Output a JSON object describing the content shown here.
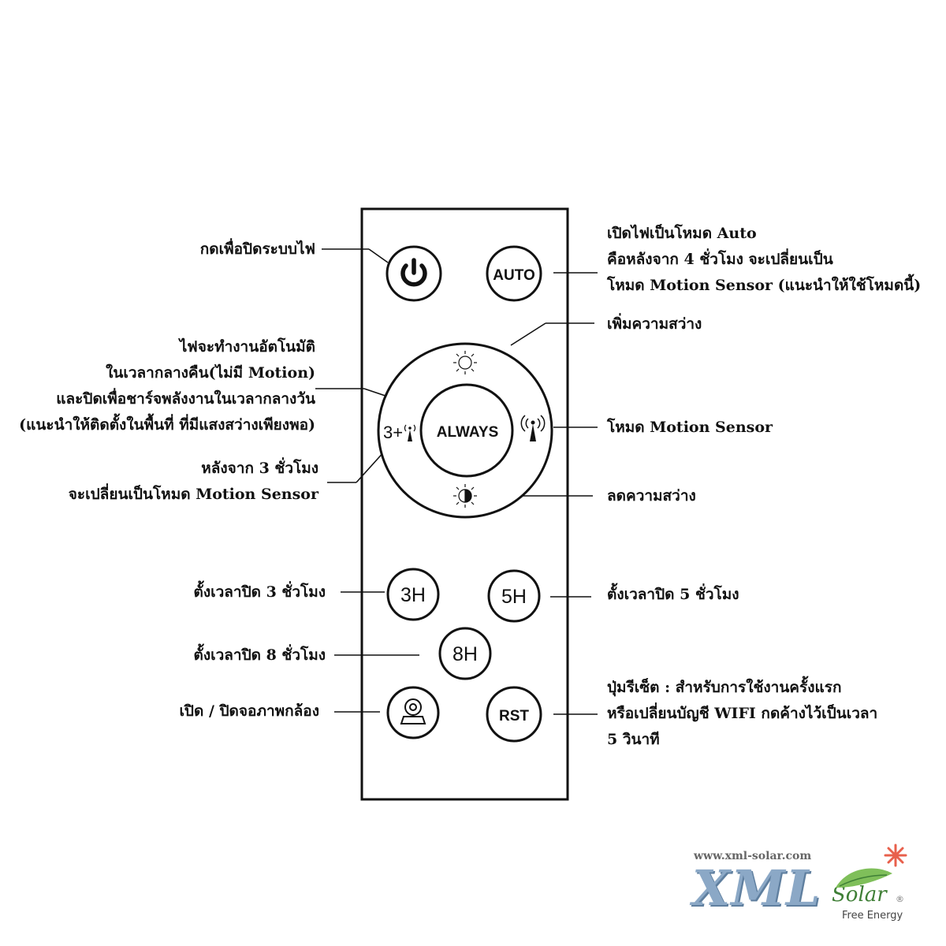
{
  "buttons": {
    "auto": "AUTO",
    "always": "ALWAYS",
    "three_plus": "3+",
    "h3": "3H",
    "h5": "5H",
    "h8": "8H",
    "rst": "RST"
  },
  "labels": {
    "power": [
      "กดเพื่อปิดระบบไฟ"
    ],
    "auto": [
      "เปิดไฟเป็นโหมด Auto",
      "คือหลังจาก 4 ชั่วโมง จะเปลี่ยนเป็น",
      "โหมด Motion Sensor (แนะนำให้ใช้โหมดนี้)"
    ],
    "brightness_up": [
      "เพิ่มความสว่าง"
    ],
    "always": [
      "ไฟจะทำงานอัตโนมัติ",
      "ในเวลากลางคืน(ไม่มี Motion)",
      "และปิดเพื่อชาร์จพลังงานในเวลากลางวัน",
      "(แนะนำให้ติดตั้งในพื้นที่ ที่มีแสงสว่างเพียงพอ)"
    ],
    "motion_sensor": [
      "โหมด Motion Sensor"
    ],
    "three_plus": [
      "หลังจาก 3 ชั่วโมง",
      "จะเปลี่ยนเป็นโหมด Motion Sensor"
    ],
    "brightness_down": [
      "ลดความสว่าง"
    ],
    "timer_3h": [
      "ตั้งเวลาปิด 3 ชั่วโมง"
    ],
    "timer_5h": [
      "ตั้งเวลาปิด 5 ชั่วโมง"
    ],
    "timer_8h": [
      "ตั้งเวลาปิด 8 ชั่วโมง"
    ],
    "camera": [
      "เปิด / ปิดจอภาพกล้อง"
    ],
    "reset": [
      "ปุ่มรีเซ็ต : สำหรับการใช้งานครั้งแรก",
      "หรือเปลี่ยนบัญชี WIFI กดค้างไว้เป็นเวลา",
      "5 วินาที"
    ]
  },
  "logo": {
    "url": "www.xml-solar.com",
    "brand": "XML",
    "solar": "Solar",
    "tagline": "Free Energy",
    "registered": "®"
  },
  "icons": [
    "power-icon",
    "sun-outline-icon",
    "sun-half-icon",
    "motion-sensor-icon",
    "camera-icon",
    "logo-sun-icon",
    "logo-leaf-icon"
  ],
  "colors": {
    "ink": "#111111",
    "logo_blue": "#8ba8c6",
    "logo_green": "#3f7f36",
    "logo_sun": "#e8604c"
  }
}
